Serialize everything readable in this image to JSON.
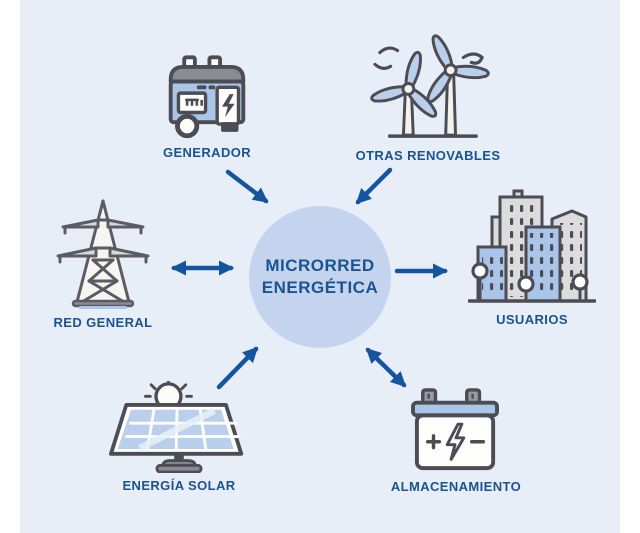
{
  "diagram_title": "Microrred energética",
  "colors": {
    "page_background": "#ffffff",
    "panel_background": "#e8eef8",
    "circle_fill": "#c4d4ee",
    "text": "#1a5391",
    "arrow": "#15549e",
    "icon_outline": "#4c4c54",
    "icon_blue": "#a9c6e9",
    "icon_light_blue": "#b9cfec",
    "icon_gray": "#dcdcdc"
  },
  "center": {
    "label_line1": "MICRORRED",
    "label_line2": "ENERGÉTICA"
  },
  "nodes": [
    {
      "id": "generador",
      "label": "GENERADOR",
      "icon": "generator-icon",
      "position": "top-left"
    },
    {
      "id": "otras-renovables",
      "label": "OTRAS RENOVABLES",
      "icon": "wind-turbines-icon",
      "position": "top-right"
    },
    {
      "id": "red-general",
      "label": "RED GENERAL",
      "icon": "transmission-tower-icon",
      "position": "left"
    },
    {
      "id": "usuarios",
      "label": "USUARIOS",
      "icon": "city-buildings-icon",
      "position": "right"
    },
    {
      "id": "energia-solar",
      "label": "ENERGÍA SOLAR",
      "icon": "solar-panel-icon",
      "position": "bottom-left"
    },
    {
      "id": "almacenamiento",
      "label": "ALMACENAMIENTO",
      "icon": "battery-icon",
      "position": "bottom-right"
    }
  ],
  "connections": [
    {
      "from": "generador",
      "to": "microrred",
      "direction": "one-way"
    },
    {
      "from": "otras-renovables",
      "to": "microrred",
      "direction": "one-way"
    },
    {
      "from": "red-general",
      "to": "microrred",
      "direction": "two-way"
    },
    {
      "from": "microrred",
      "to": "usuarios",
      "direction": "one-way"
    },
    {
      "from": "energia-solar",
      "to": "microrred",
      "direction": "one-way"
    },
    {
      "from": "microrred",
      "to": "almacenamiento",
      "direction": "two-way"
    }
  ]
}
